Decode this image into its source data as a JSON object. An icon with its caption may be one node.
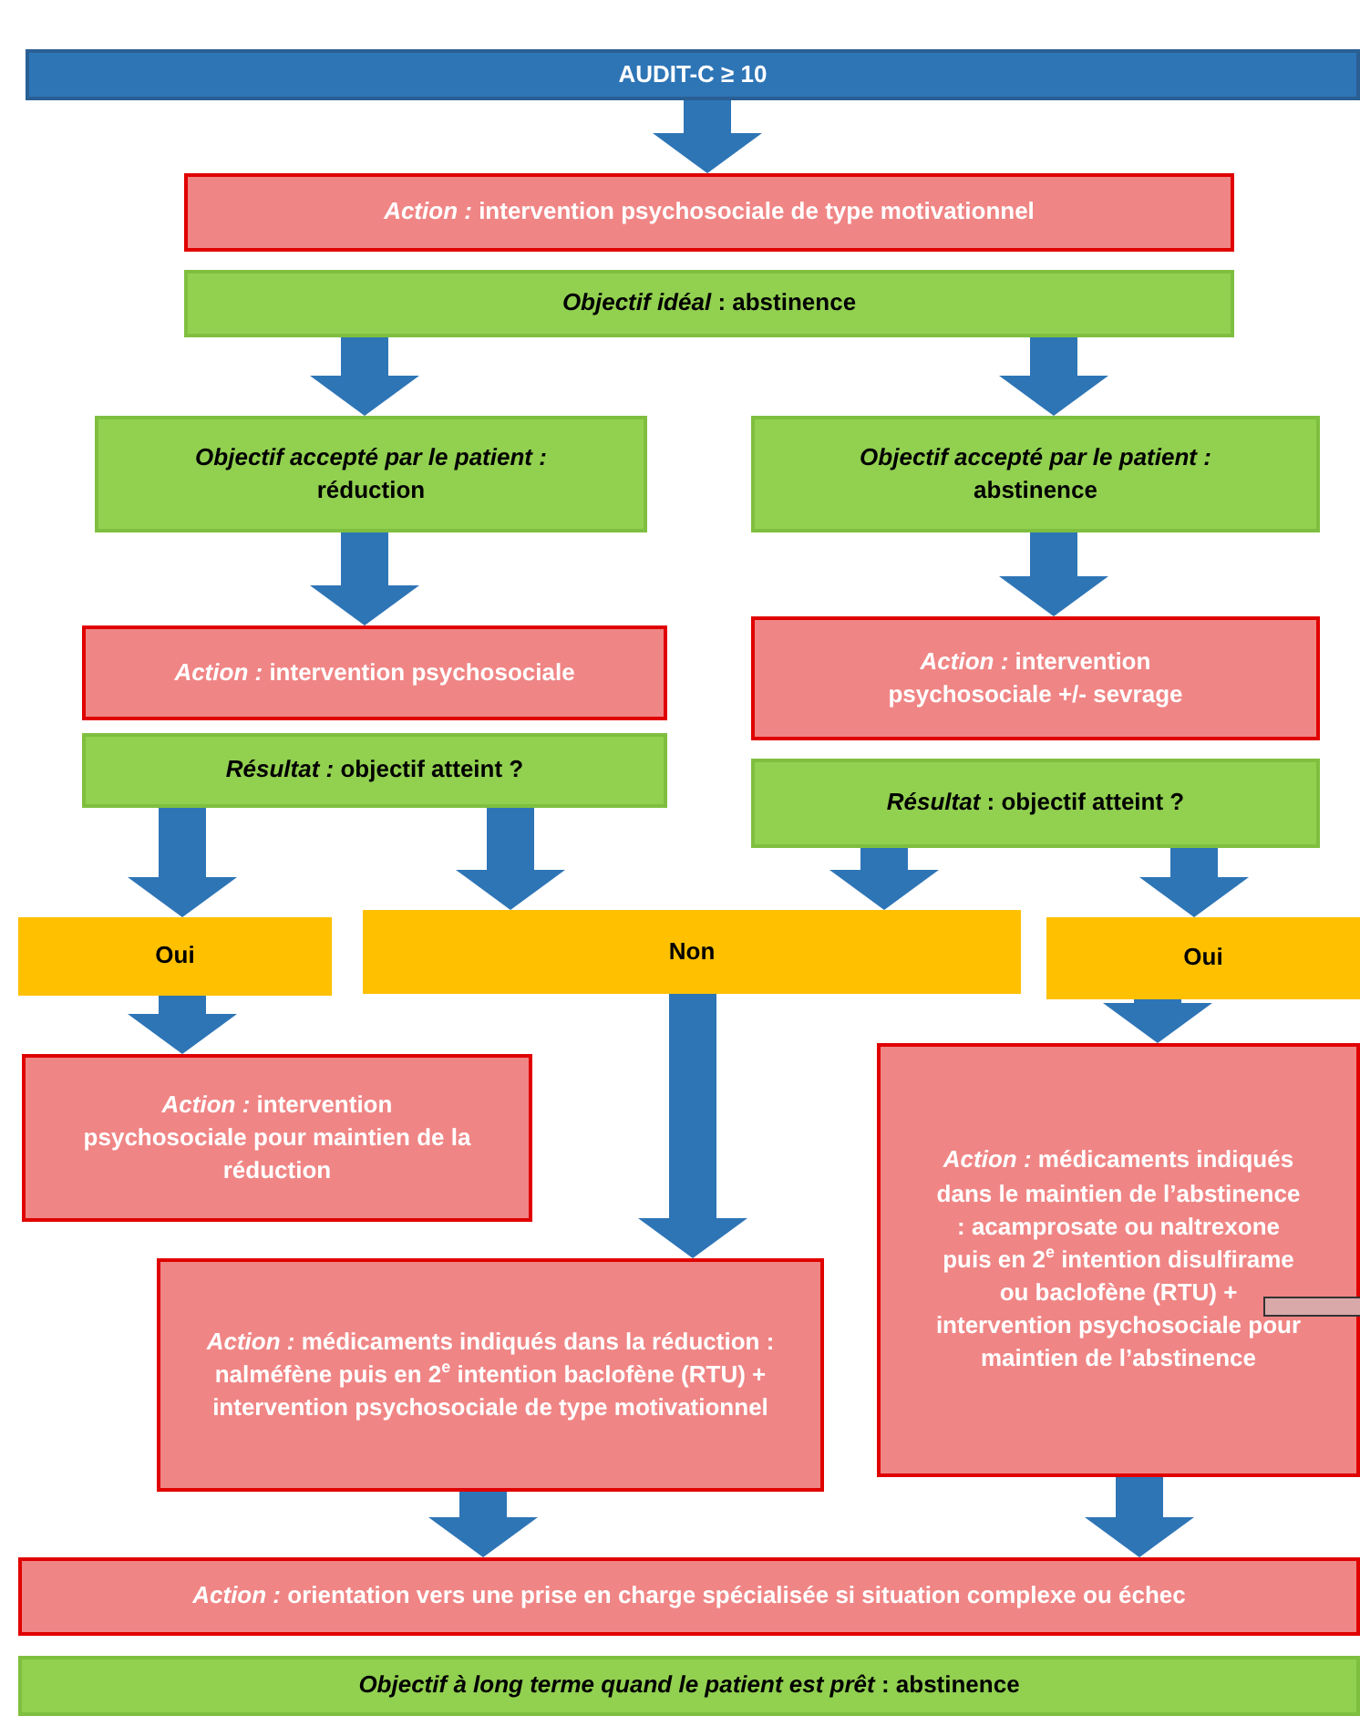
{
  "diagram": {
    "nodes": [
      {
        "text": [
          "AUDIT-C ≥ 10"
        ]
      },
      {
        "text": [
          "*Action :* intervention psychosociale de type motivationnel"
        ]
      },
      {
        "text": [
          "*Objectif idéal* : abstinence"
        ]
      },
      {
        "text": [
          "*Objectif accepté par le patient :* réduction"
        ]
      },
      {
        "text": [
          "*Objectif accepté par le patient :* abstinence"
        ]
      },
      {
        "text": [
          "*Action :* intervention psychosociale"
        ]
      },
      {
        "text": [
          "*Action :* intervention psychosociale +/- sevrage"
        ]
      },
      {
        "text": [
          "*Résultat :* objectif atteint ?"
        ]
      },
      {
        "text": [
          "*Résultat* : objectif atteint ?"
        ]
      },
      {
        "text": [
          "Oui"
        ]
      },
      {
        "text": [
          "Non"
        ]
      },
      {
        "text": [
          "Oui"
        ]
      },
      {
        "text": [
          "*Action :* intervention psychosociale pour maintien de la réduction"
        ]
      },
      {
        "text": [
          "*Action :* médicaments indiqués dans la réduction : nalméfène puis en 2$^{e}$ intention baclofène (RTU) + intervention psychosociale de type motivationnel"
        ]
      },
      {
        "text": [
          "*Action :* médicaments indiqués dans le maintien de l’abstinence : acamprosate ou naltrexone puis en 2$^{e}$ intention disulfirame ou baclofène (RTU) + intervention psychosociale pour maintien de l’abstinence"
        ]
      },
      {
        "text": [
          "*Action :* orientation vers une prise en charge spécialisée si situation complexe ou échec"
        ]
      },
      {
        "text": [
          "*Objectif à long terme quand le patient est prêt* : abstinence"
        ]
      }
    ],
    "edges": [
      {
        "from": 0,
        "to": 1,
        "arrow": "to"
      },
      {
        "from": 2,
        "to": 3,
        "arrow": "to"
      },
      {
        "from": 2,
        "to": 4,
        "arrow": "to"
      },
      {
        "from": 3,
        "to": 5,
        "arrow": "to"
      },
      {
        "from": 4,
        "to": 6,
        "arrow": "to"
      },
      {
        "from": 7,
        "to": 9,
        "arrow": "to"
      },
      {
        "from": 7,
        "to": 10,
        "arrow": "to"
      },
      {
        "from": 8,
        "to": 10,
        "arrow": "to"
      },
      {
        "from": 8,
        "to": 11,
        "arrow": "to"
      },
      {
        "from": 9,
        "to": 12,
        "arrow": "to"
      },
      {
        "from": 10,
        "to": 13,
        "arrow": "to"
      },
      {
        "from": 11,
        "to": 14,
        "arrow": "to"
      },
      {
        "from": 13,
        "to": 15,
        "arrow": "to"
      },
      {
        "from": 14,
        "to": 15,
        "arrow": "to"
      }
    ]
  }
}
